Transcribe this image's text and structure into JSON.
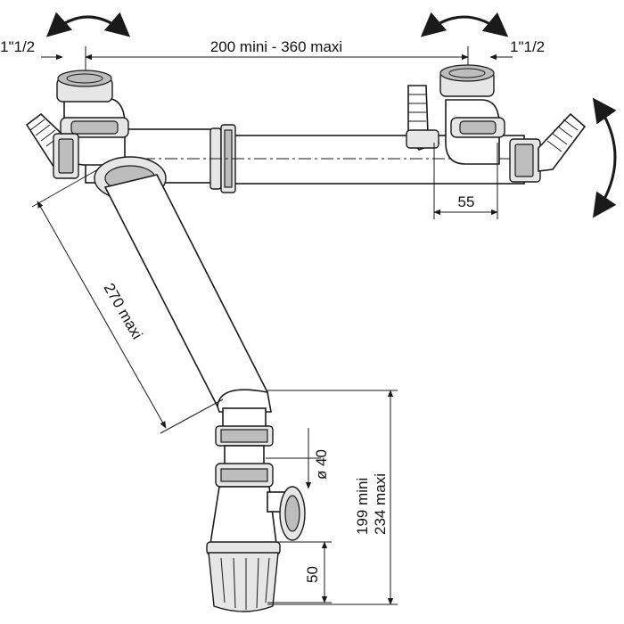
{
  "labels": {
    "span": "200 mini - 360 maxi",
    "thread_left": "1\"1/2",
    "thread_right": "1\"1/2",
    "offset": "55",
    "diagonal": "270 maxi",
    "diameter": "ø 40",
    "height_min": "199 mini",
    "height_max": "234 maxi",
    "bottom": "50"
  }
}
